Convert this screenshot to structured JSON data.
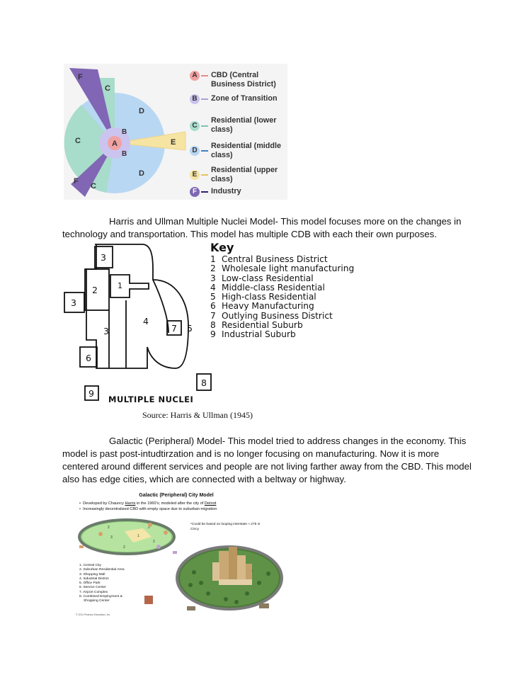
{
  "concentric_diagram": {
    "zones": {
      "a": "A",
      "b": "B",
      "c": "C",
      "d": "D",
      "e": "E",
      "f": "F"
    },
    "legend": [
      {
        "letter": "A",
        "label": "CBD (Central Business District)",
        "color": "#f2a0a0"
      },
      {
        "letter": "B",
        "label": "Zone of Transition",
        "color": "#c9c2ee"
      },
      {
        "letter": "C",
        "label": "Residential (lower class)",
        "color": "#a9dccd"
      },
      {
        "letter": "D",
        "label": "Residential (middle class)",
        "color": "#b7d6f3"
      },
      {
        "letter": "E",
        "label": "Residential (upper class)",
        "color": "#f5e2a0"
      },
      {
        "letter": "F",
        "label": "Industry",
        "color": "#7f66b3"
      }
    ]
  },
  "paragraph1": "Harris and Ullman Multiple Nuclei Model- This model focuses more on the changes in technology and transportation. This model has multiple CDB with each their own purposes.",
  "nuclei": {
    "key_title": "Key",
    "key": [
      {
        "n": "1",
        "label": "Central Business District"
      },
      {
        "n": "2",
        "label": "Wholesale light manufacturing"
      },
      {
        "n": "3",
        "label": "Low-class Residential"
      },
      {
        "n": "4",
        "label": "Middle-class Residential"
      },
      {
        "n": "5",
        "label": "High-class Residential"
      },
      {
        "n": "6",
        "label": "Heavy Manufacturing"
      },
      {
        "n": "7",
        "label": "Outlying Business District"
      },
      {
        "n": "8",
        "label": "Residential Suburb"
      },
      {
        "n": "9",
        "label": "Industrial Suburb"
      }
    ],
    "map_numbers": {
      "n1": "1",
      "n2": "2",
      "n3a": "3",
      "n3b": "3",
      "n3c": "3",
      "n4": "4",
      "n5": "5",
      "n6": "6",
      "n7": "7",
      "n8": "8",
      "n9": "9"
    },
    "label": "MULTIPLE NUCLEI",
    "source": "Source: Harris & Ullman (1945)"
  },
  "paragraph2": "Galactic (Peripheral) Model- This model tried to address changes in the economy. This model is past post-intudtirzation and is no longer focusing on manufacturing. Now it is more centered around different services and people are not living farther away from the CBD. This model also has edge cities, which are connected with a beltway or highway.",
  "galactic": {
    "title": "Galactic (Peripheral) City Model",
    "bullet1_pre": "Developed by Chauncy ",
    "bullet1_u1": "Harris",
    "bullet1_mid": " in the 1960's; modeled after the city of ",
    "bullet1_u2": "Detroit",
    "bullet2": "Increasingly decentralized CBD with empty space due to suburban migration",
    "note": "*Could be based on looping interstate ≈ 275 in Cincy",
    "legend": [
      "1. Central City",
      "2. Suburban Residential Area",
      "3. Shopping Mall",
      "4. Industrial District",
      "5. Office Park",
      "6. Service Center",
      "7. Airport Complex",
      "8. Combined Employment &",
      "   Shopping Center"
    ],
    "copyright": "© 2011 Pearson Education, Inc."
  }
}
